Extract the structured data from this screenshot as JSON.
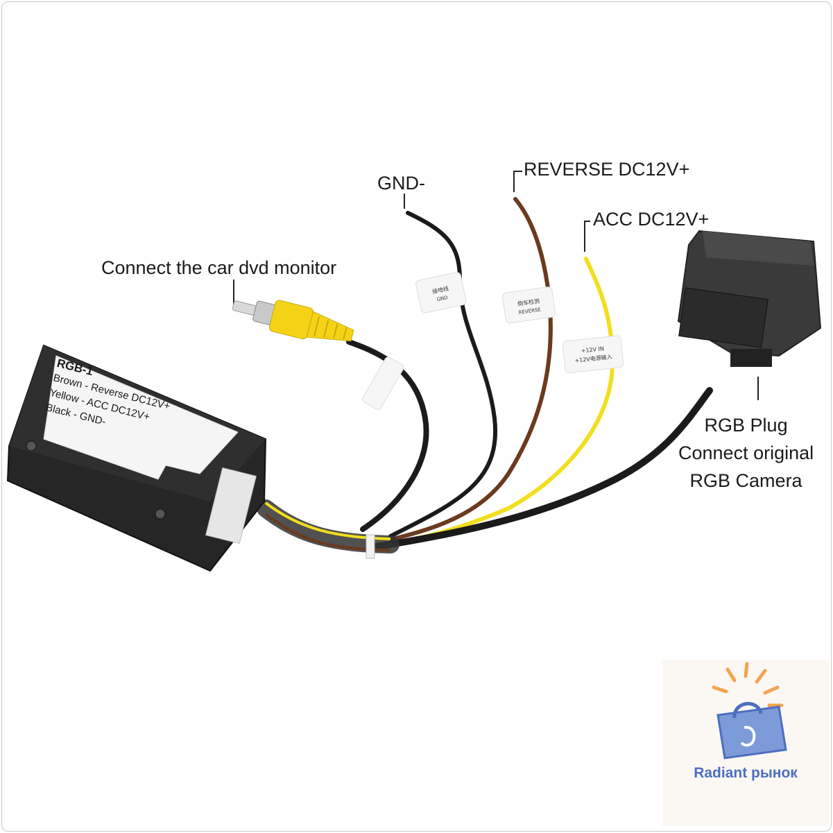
{
  "callouts": {
    "gnd": "GND-",
    "reverse": "REVERSE DC12V+",
    "acc": "ACC DC12V+",
    "dvd_monitor": "Connect the car dvd monitor",
    "rgb_plug": [
      "RGB Plug",
      "Connect original",
      "RGB Camera"
    ]
  },
  "box_label": {
    "title": "RGB-1",
    "lines": [
      "Brown - Reverse DC12V+",
      "Yellow - ACC DC12V+",
      "Black - GND-"
    ]
  },
  "wire_tags": {
    "gnd": [
      "接地线",
      "GND"
    ],
    "reverse": [
      "倒车检测",
      "REVERSE"
    ],
    "acc": [
      "+12V IN",
      "+12V电源输入"
    ]
  },
  "watermark": {
    "text": "Radiant рынок",
    "icon": "shopping-bag-sun-icon"
  },
  "colors": {
    "wire_black": "#1b1b1b",
    "wire_brown": "#6b3a1f",
    "wire_yellow": "#f2de1e",
    "rca_yellow": "#f4d317",
    "box_body": "#2a2a2a",
    "watermark_blue": "#4c6ec0",
    "watermark_orange": "#f2a451"
  }
}
